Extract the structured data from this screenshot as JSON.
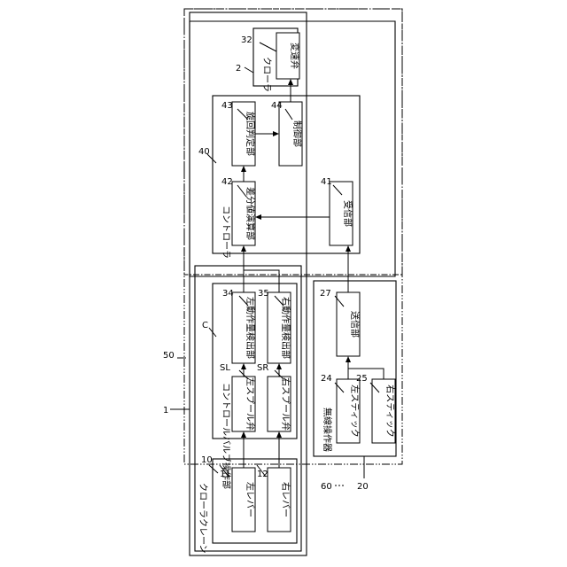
{
  "ref": {
    "crane": "1",
    "crawler": "2",
    "controller_area": "C",
    "lever_unit": "10",
    "left_lever": "11",
    "right_lever": "12",
    "remote_unit": "20",
    "left_stick": "24",
    "right_stick": "25",
    "transmitter": "27",
    "shift_valve": "32",
    "left_detector": "34",
    "right_detector": "35",
    "controller": "40",
    "receiver": "41",
    "diff_calc": "42",
    "turn_judge": "43",
    "control_unit": "44",
    "system_50": "50",
    "system_60": "60",
    "spool_left": "SL",
    "spool_right": "SR"
  },
  "labels": {
    "crane": "クローラクレーン",
    "lever_unit": "操作部",
    "left_lever": "左レバー",
    "right_lever": "右レバー",
    "control_valve": "コントロールバルブ",
    "left_spool": "左スプール弁",
    "right_spool": "右スプール弁",
    "left_detector": "左動作量検出部",
    "right_detector": "右動作量検出部",
    "controller": "コントローラ",
    "diff_calc": "差分値演算部",
    "turn_judge": "旋回判定部",
    "control_unit": "制御部",
    "receiver": "受信部",
    "crawler": "クローラ",
    "shift_valve": "変速弁",
    "remote_unit": "無線操作器",
    "transmitter": "送信部",
    "left_stick": "左スティック",
    "right_stick": "右スティック"
  }
}
